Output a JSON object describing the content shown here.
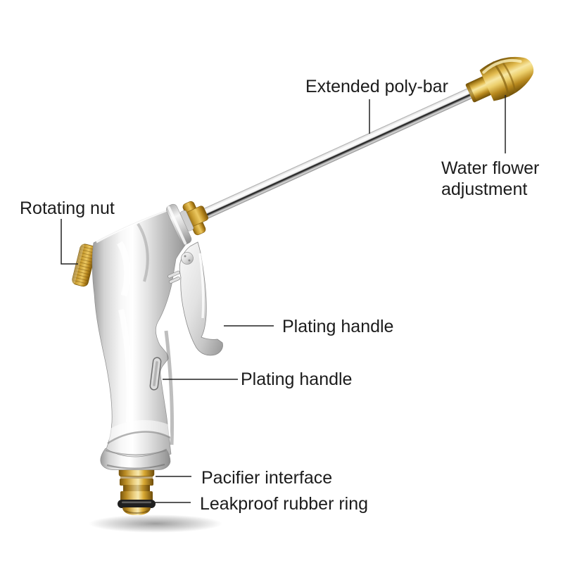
{
  "figure": {
    "type": "annotated product diagram",
    "subject": "high-pressure metal water spray gun with extension wand and quick-connect fitting",
    "background": "#ffffff",
    "text_color": "#1c1c1c",
    "leader_line_color": "#222222",
    "colors": {
      "brass_dark": "#7a5710",
      "brass_mid": "#d9a62c",
      "brass_light": "#f6e8ae",
      "chrome_light": "#ffffff",
      "chrome_mid": "#d9d9d9",
      "chrome_dark": "#8a8a8a",
      "rubber_ring": "#1f1f1f"
    }
  },
  "labels": {
    "extended_poly_bar": "Extended poly-bar",
    "water_flower_line1": "Water flower",
    "water_flower_line2": "adjustment",
    "rotating_nut": "Rotating nut",
    "plating_handle_trigger": "Plating handle",
    "plating_handle_safety": "Plating handle",
    "pacifier_interface": "Pacifier interface",
    "leakproof_rubber_ring": "Leakproof rubber ring"
  }
}
